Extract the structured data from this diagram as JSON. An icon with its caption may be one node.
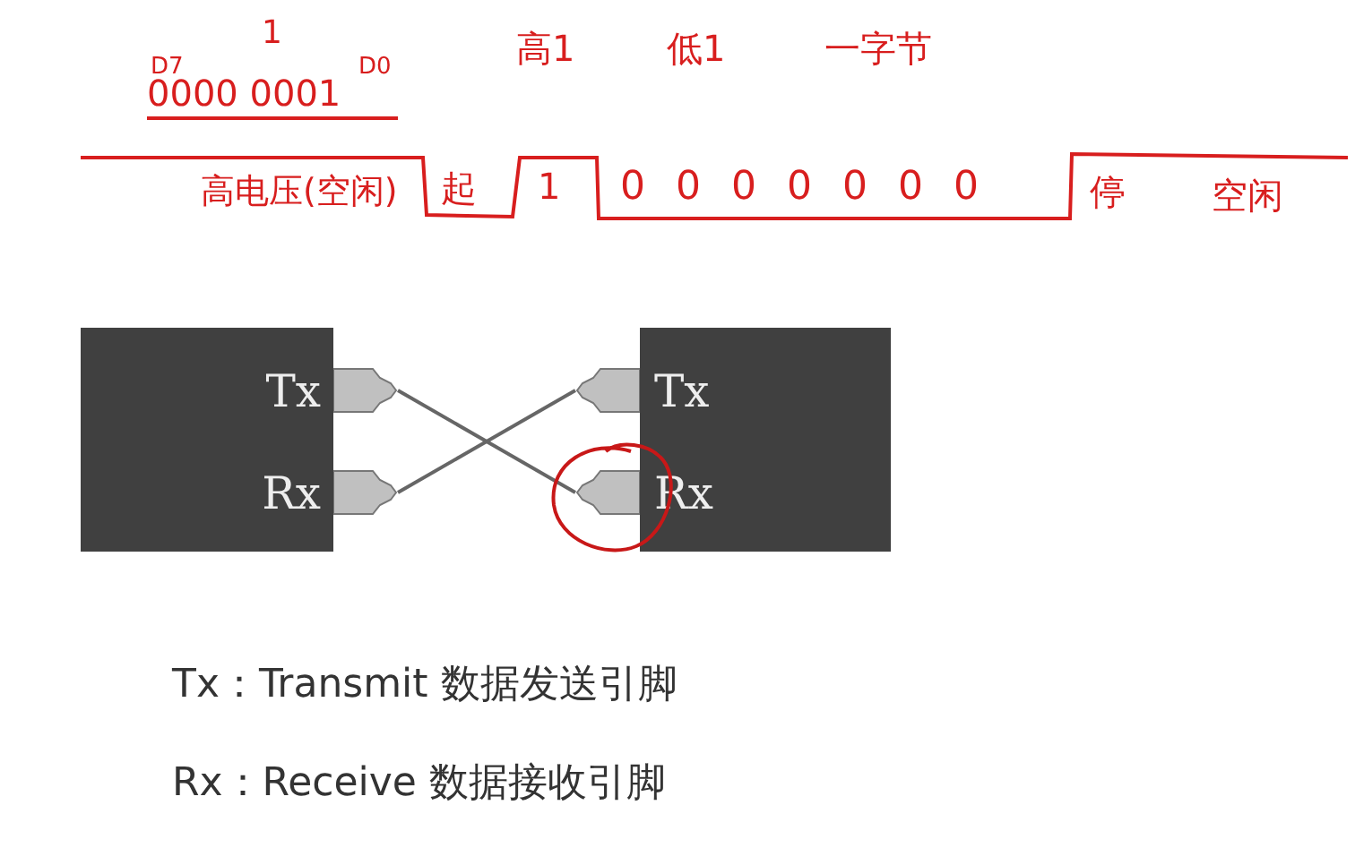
{
  "diagram": {
    "nodes": [
      {
        "text": [],
        "shape": "box"
      },
      {
        "text": [
          "Tx"
        ],
        "in": 0
      },
      {
        "text": [
          "Rx"
        ],
        "in": 0
      },
      {
        "text": [],
        "shape": "connector"
      },
      {
        "text": [],
        "shape": "connector"
      },
      {
        "text": [],
        "shape": "connector"
      },
      {
        "text": [],
        "shape": "connector"
      },
      {
        "text": [],
        "shape": "box"
      },
      {
        "text": [
          "Tx"
        ],
        "in": 7
      },
      {
        "text": [
          "Rx"
        ],
        "in": 7
      }
    ],
    "edges": [
      {
        "from": 3,
        "to": 6,
        "arrow": "none"
      },
      {
        "from": 4,
        "to": 5,
        "arrow": "none"
      }
    ],
    "labels": [
      "D7",
      "1",
      "D0",
      "0000 0001",
      "高1",
      "低1",
      "一字节",
      "高电压(空闲)",
      "起",
      "1",
      "0 0 0 0 0 0 0",
      "停",
      "空闲",
      "Tx：Transmit 数据发送引脚",
      "Rx：Receive 数据接收引脚"
    ]
  }
}
